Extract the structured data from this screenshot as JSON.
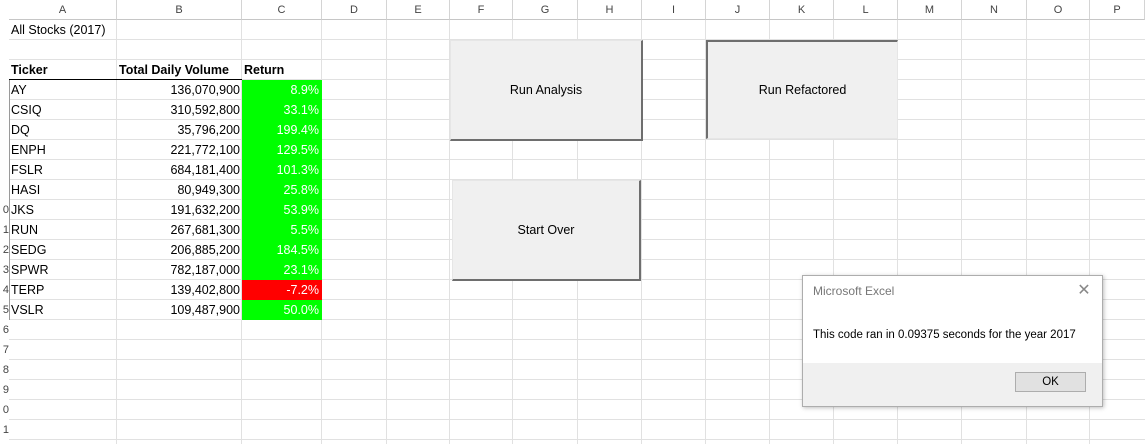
{
  "columns": [
    "A",
    "B",
    "C",
    "D",
    "E",
    "F",
    "G",
    "H",
    "I",
    "J",
    "K",
    "L",
    "M",
    "N",
    "O",
    "P"
  ],
  "row_numbers": [
    "",
    "",
    "",
    "",
    "",
    "",
    "",
    "",
    "",
    "0",
    "1",
    "2",
    "3",
    "4",
    "5",
    "6",
    "7",
    "8",
    "9",
    "0",
    "1"
  ],
  "sheet_title": "All Stocks (2017)",
  "table_headers": {
    "ticker": "Ticker",
    "volume": "Total Daily Volume",
    "return": "Return"
  },
  "rows": [
    {
      "ticker": "AY",
      "volume": "136,070,900",
      "return": "8.9%",
      "return_color": "#00ff00"
    },
    {
      "ticker": "CSIQ",
      "volume": "310,592,800",
      "return": "33.1%",
      "return_color": "#00ff00"
    },
    {
      "ticker": "DQ",
      "volume": "35,796,200",
      "return": "199.4%",
      "return_color": "#00ff00"
    },
    {
      "ticker": "ENPH",
      "volume": "221,772,100",
      "return": "129.5%",
      "return_color": "#00ff00"
    },
    {
      "ticker": "FSLR",
      "volume": "684,181,400",
      "return": "101.3%",
      "return_color": "#00ff00"
    },
    {
      "ticker": "HASI",
      "volume": "80,949,300",
      "return": "25.8%",
      "return_color": "#00ff00"
    },
    {
      "ticker": "JKS",
      "volume": "191,632,200",
      "return": "53.9%",
      "return_color": "#00ff00"
    },
    {
      "ticker": "RUN",
      "volume": "267,681,300",
      "return": "5.5%",
      "return_color": "#00ff00"
    },
    {
      "ticker": "SEDG",
      "volume": "206,885,200",
      "return": "184.5%",
      "return_color": "#00ff00"
    },
    {
      "ticker": "SPWR",
      "volume": "782,187,000",
      "return": "23.1%",
      "return_color": "#00ff00"
    },
    {
      "ticker": "TERP",
      "volume": "139,402,800",
      "return": "-7.2%",
      "return_color": "#ff0000"
    },
    {
      "ticker": "VSLR",
      "volume": "109,487,900",
      "return": "50.0%",
      "return_color": "#00ff00"
    }
  ],
  "buttons": {
    "run_analysis": "Run Analysis",
    "run_refactored": "Run Refactored",
    "start_over": "Start Over"
  },
  "dialog": {
    "title": "Microsoft Excel",
    "close_icon": "close-icon",
    "message": "This code ran in 0.09375 seconds for the year 2017",
    "ok_label": "OK"
  }
}
